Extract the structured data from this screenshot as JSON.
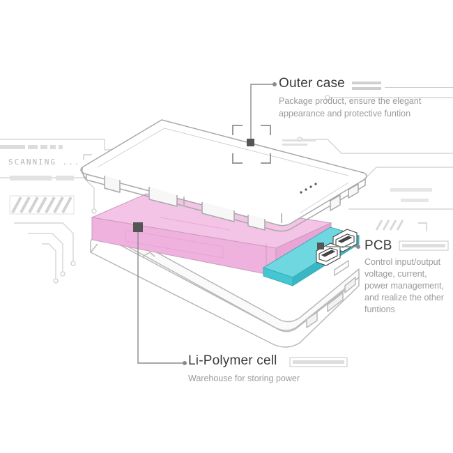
{
  "background_decor": {
    "scan_label": "SCANNING ..."
  },
  "callouts": {
    "outer_case": {
      "title": "Outer case",
      "description": "Package product, ensure the elegant appearance and protective funtion"
    },
    "pcb": {
      "title": "PCB",
      "description": "Control input/output voltage, current, power management, and realize the other funtions"
    },
    "cell": {
      "title": "Li-Polymer cell",
      "description": "Warehouse for storing power"
    }
  },
  "colors": {
    "cell_fill": "#efb1dd",
    "pcb_fill": "#44c7d3",
    "line": "#8a8a8a",
    "marker": "#555555",
    "decor": "#d4d4d4"
  }
}
